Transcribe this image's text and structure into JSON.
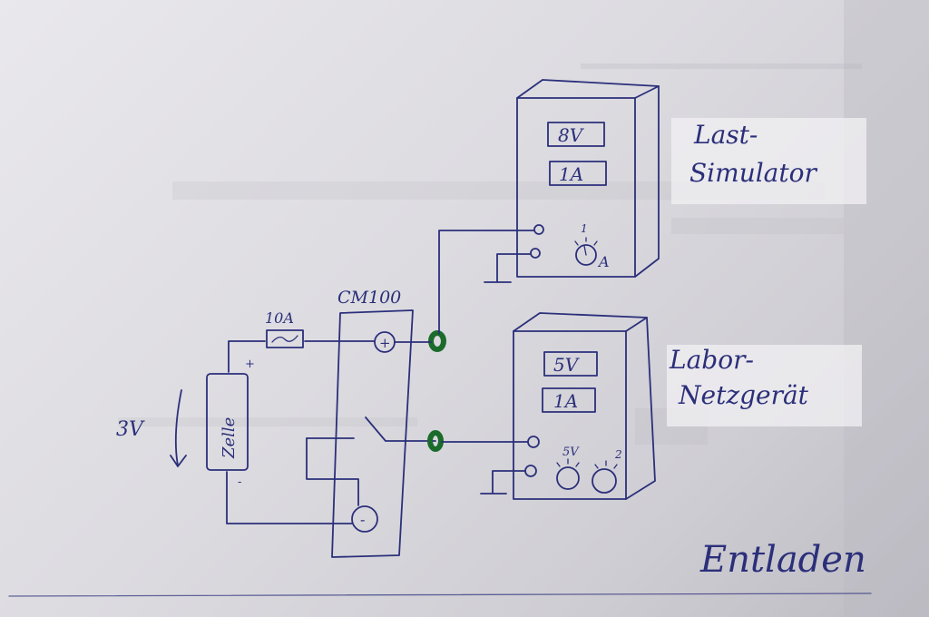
{
  "diagram": {
    "title": "Entladen",
    "load_simulator": {
      "label_line1": "Last-",
      "label_line2": "Simulator",
      "display_voltage": "8V",
      "display_current": "1A",
      "knob_mark": "1",
      "knob_unit": "A"
    },
    "lab_power_supply": {
      "label_line1": "Labor-",
      "label_line2": "Netzgerät",
      "display_voltage": "5V",
      "display_current": "1A",
      "knob_voltage": "5V",
      "knob_mark": "2"
    },
    "module": {
      "label": "CM100",
      "plus": "+",
      "minus": "-"
    },
    "fuse": {
      "label": "10A"
    },
    "cell": {
      "label": "Zelle",
      "voltage": "3V",
      "plus": "+",
      "minus": "-"
    }
  }
}
